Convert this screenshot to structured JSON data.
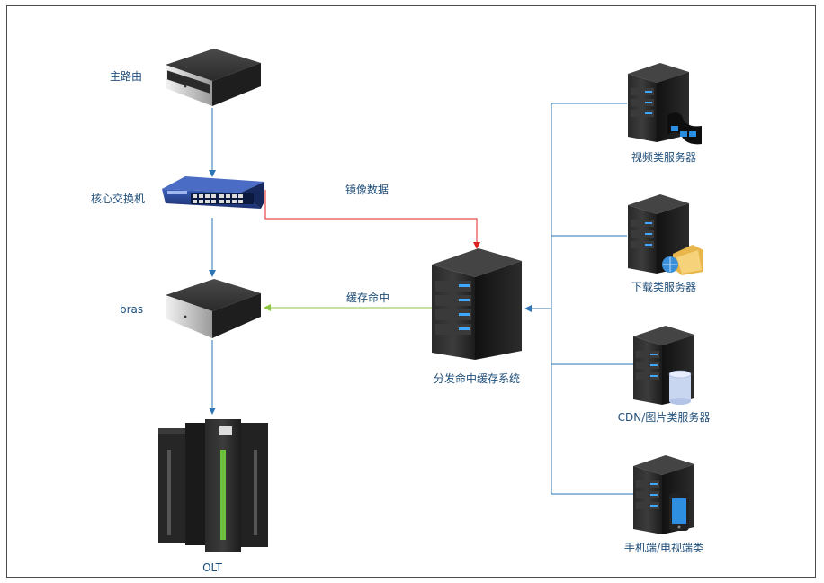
{
  "nodes": {
    "main_router": "主路由",
    "core_switch": "核心交换机",
    "bras": "bras",
    "olt": "OLT",
    "cache_system": "分发命中缓存系统",
    "video_server": "视频类服务器",
    "download_server": "下载类服务器",
    "cdn_server": "CDN/图片类服务器",
    "mobile_tv": "手机端/电视端类"
  },
  "edges": {
    "mirror": "镜像数据",
    "cache_hit": "缓存命中"
  },
  "colors": {
    "blue_line": "#2e75b6",
    "red_line": "#e02020",
    "green_line": "#8cc63f",
    "label": "#1f4e79"
  }
}
